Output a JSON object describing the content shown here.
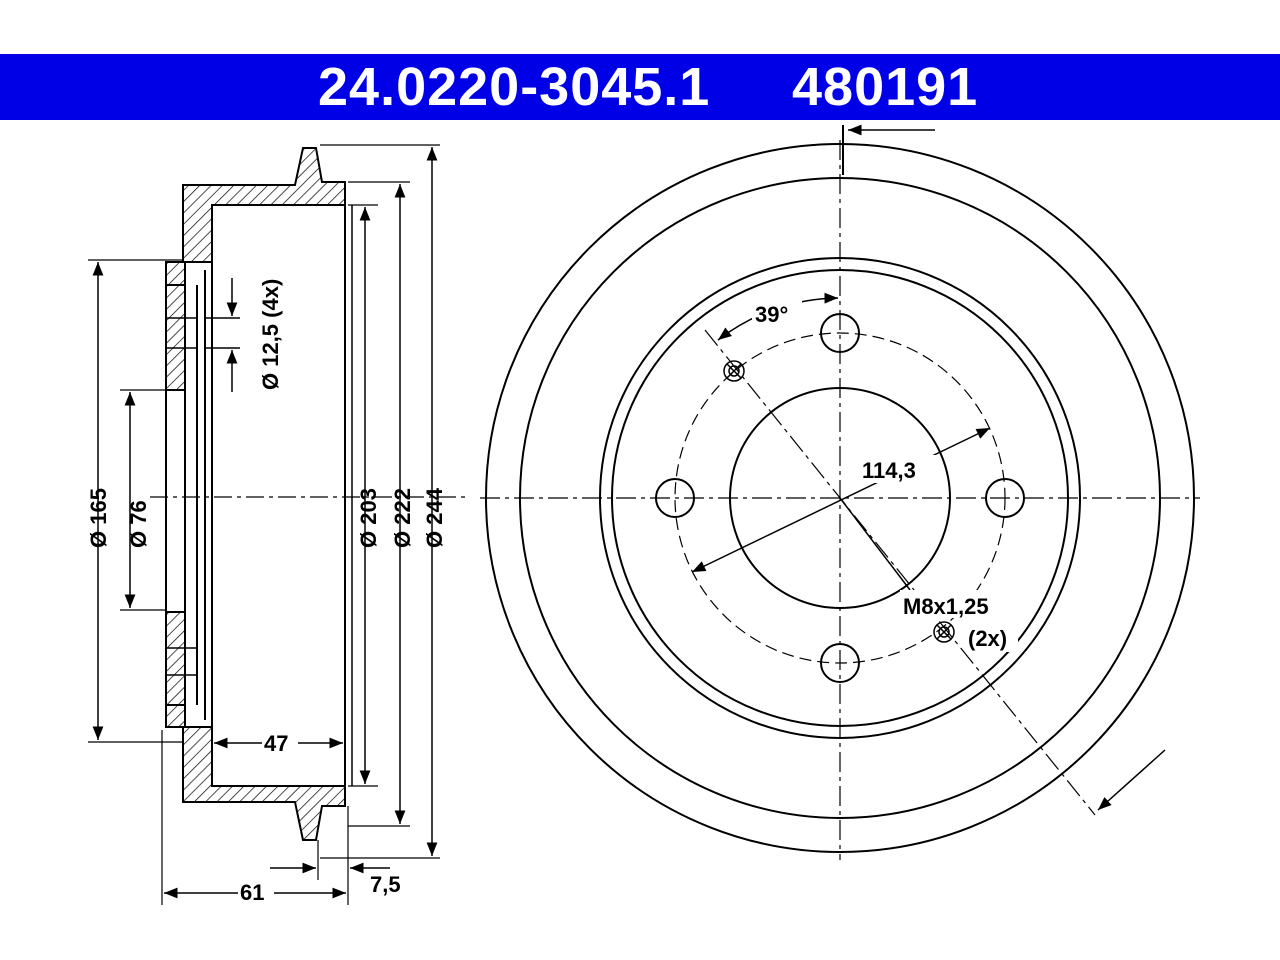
{
  "header": {
    "part_number": "24.0220-3045.1",
    "ref_number": "480191",
    "band_color": "#0000e6",
    "text_color": "#ffffff"
  },
  "side_view": {
    "dims": {
      "d165": "Ø 165",
      "d76": "Ø 76",
      "hole": "Ø 12,5 (4x)",
      "d203": "Ø 203",
      "d222": "Ø 222",
      "d244": "Ø 244",
      "w47": "47",
      "w61": "61",
      "w75": "7,5"
    }
  },
  "front_view": {
    "dims": {
      "angle": "39°",
      "pcd": "114,3",
      "thread": "M8x1,25",
      "thread_count": "(2x)"
    }
  }
}
